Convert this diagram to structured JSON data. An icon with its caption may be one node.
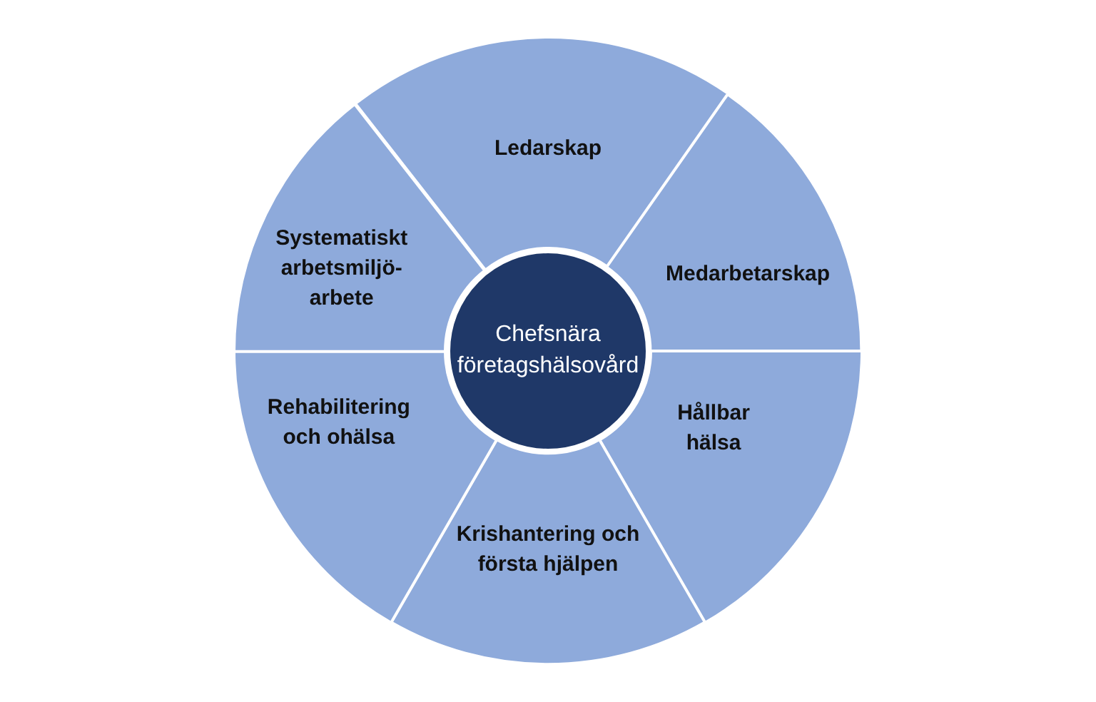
{
  "diagram": {
    "nodes": [
      {
        "text": [
          "Chefsnära företagshälsovård"
        ]
      },
      {
        "text": [
          "Ledarskap"
        ]
      },
      {
        "text": [
          "Medarbetarskap"
        ]
      },
      {
        "text": [
          "Hållbar hälsa"
        ]
      },
      {
        "text": [
          "Krishantering och första hjälpen"
        ]
      },
      {
        "text": [
          "Rehabilitering och ohälsa"
        ]
      },
      {
        "text": [
          "Systematiskt arbetsmiljö-arbete"
        ]
      }
    ]
  }
}
